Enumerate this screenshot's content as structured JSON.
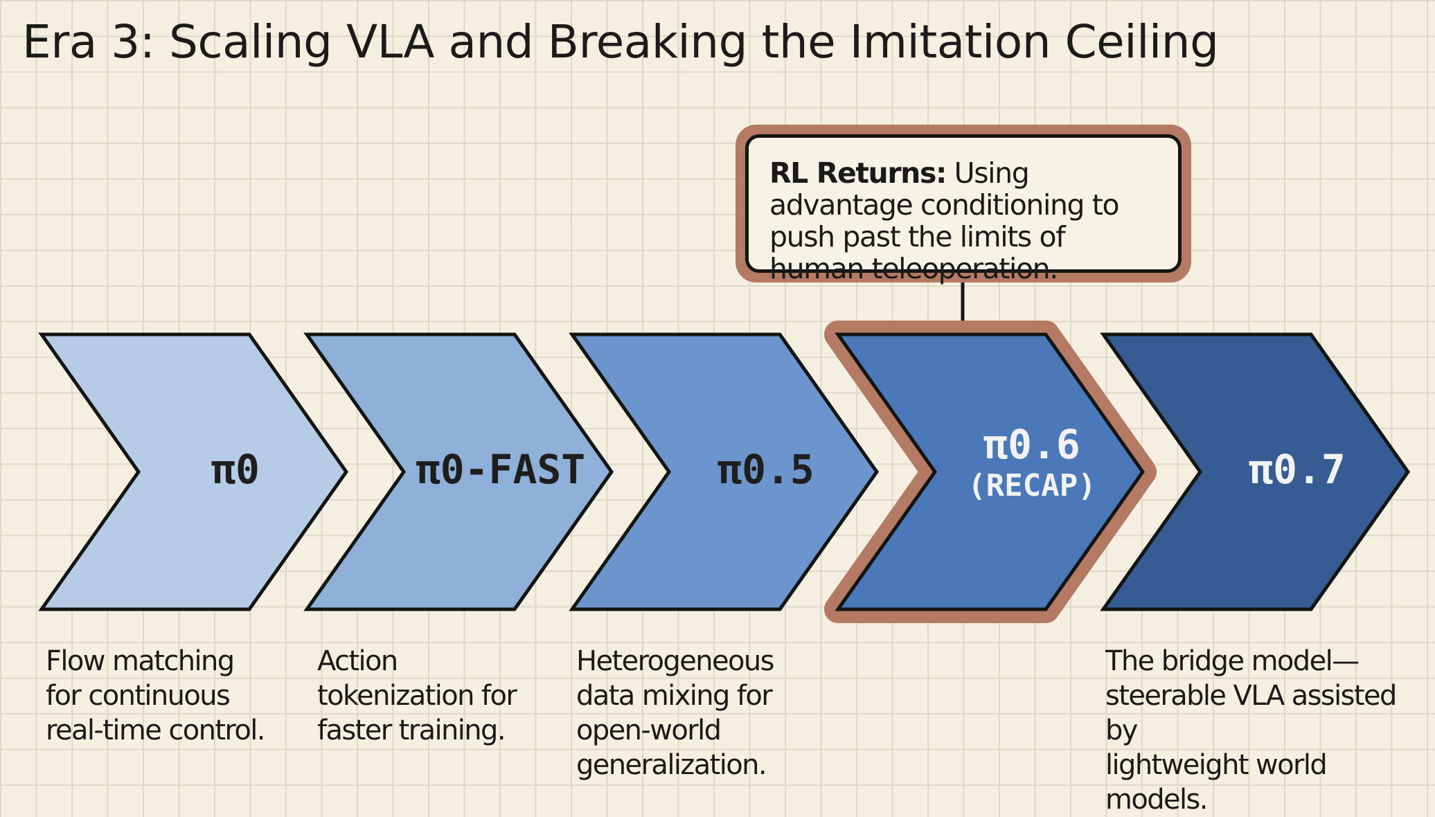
{
  "title": "Era 3: Scaling VLA and Breaking the Imitation Ceiling",
  "callout": {
    "bold": "RL Returns:",
    "text": " Using advantage conditioning to push past the limits of human teleoperation."
  },
  "stages": [
    {
      "label": "π0",
      "sub": "",
      "description": "Flow matching\nfor continuous\nreal-time control.",
      "color": "#b6cbe6",
      "text_color": "#1e1e1e",
      "highlight": false
    },
    {
      "label": "π0-FAST",
      "sub": "",
      "description": "Action\ntokenization for\nfaster training.",
      "color": "#8fb0d8",
      "text_color": "#1e1e1e",
      "highlight": false
    },
    {
      "label": "π0.5",
      "sub": "",
      "description": "Heterogeneous\ndata mixing for\nopen-world\ngeneralization.",
      "color": "#6b95cc",
      "text_color": "#1e1e1e",
      "highlight": false
    },
    {
      "label": "π0.6",
      "sub": "(RECAP)",
      "description": "",
      "color": "#4a78b8",
      "text_color": "#f2f2f2",
      "highlight": true
    },
    {
      "label": "π0.7",
      "sub": "",
      "description": "The bridge model—\nsteerable VLA assisted by\nlightweight world models.",
      "color": "#365c93",
      "text_color": "#f2f2f2",
      "highlight": false
    }
  ],
  "colors": {
    "highlight_border": "#b47a63",
    "outline": "#141414",
    "background": "#f4efe0"
  }
}
